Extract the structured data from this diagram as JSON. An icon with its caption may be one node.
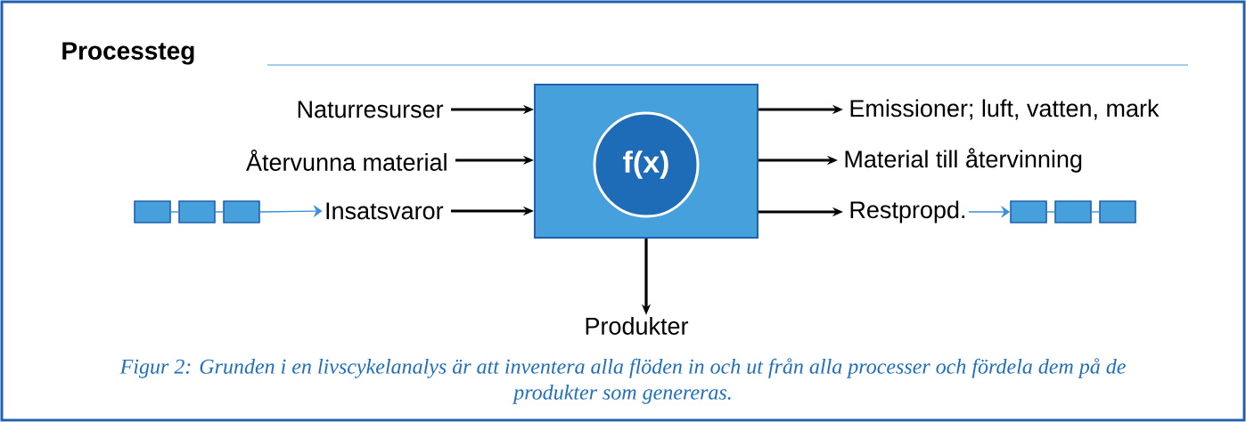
{
  "diagram": {
    "title": "Processteg",
    "caption": "Figur 2: Grunden i en livscykelanalys är att inventera alla flöden in och ut från alla processer och fördela dem på de produkter som genereras.",
    "nodes": [
      {
        "text": [],
        "shape": "box"
      },
      {
        "text": [
          "f(x)"
        ],
        "in": 0
      },
      {
        "text": [
          "Naturresurser"
        ]
      },
      {
        "text": [
          "Återvunna material"
        ]
      },
      {
        "text": [
          "Insatsvaror"
        ]
      },
      {
        "text": [
          "Emissioner; luft, vatten, mark"
        ]
      },
      {
        "text": [
          "Material till återvinning"
        ]
      },
      {
        "text": [
          "Restpropd."
        ]
      },
      {
        "text": [
          "Produkter"
        ]
      },
      {
        "text": [],
        "shape": "box"
      },
      {
        "text": [],
        "shape": "box"
      },
      {
        "text": [],
        "shape": "box"
      },
      {
        "text": [],
        "shape": "box"
      },
      {
        "text": [],
        "shape": "box"
      },
      {
        "text": [],
        "shape": "box"
      }
    ],
    "edges": [
      {
        "from": 2,
        "to": 0,
        "arrow": "to"
      },
      {
        "from": 3,
        "to": 0,
        "arrow": "to"
      },
      {
        "from": 4,
        "to": 0,
        "arrow": "to"
      },
      {
        "from": 0,
        "to": 5,
        "arrow": "to"
      },
      {
        "from": 0,
        "to": 6,
        "arrow": "to"
      },
      {
        "from": 0,
        "to": 7,
        "arrow": "to"
      },
      {
        "from": 0,
        "to": 8,
        "arrow": "to"
      },
      {
        "from": 9,
        "to": 10,
        "arrow": "none",
        "color": "#3a8fd8"
      },
      {
        "from": 10,
        "to": 11,
        "arrow": "none",
        "color": "#3a8fd8"
      },
      {
        "from": 11,
        "to": 4,
        "arrow": "to",
        "color": "#3a8fd8"
      },
      {
        "from": 7,
        "to": 12,
        "arrow": "to",
        "color": "#3a8fd8"
      },
      {
        "from": 12,
        "to": 13,
        "arrow": "none",
        "color": "#3a8fd8"
      },
      {
        "from": 13,
        "to": 14,
        "arrow": "none",
        "color": "#3a8fd8"
      }
    ]
  }
}
